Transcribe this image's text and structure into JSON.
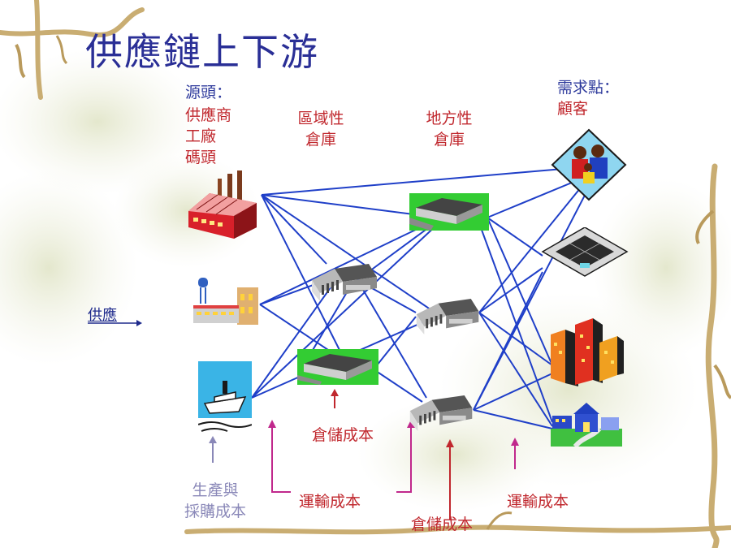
{
  "title": "供應鏈上下游",
  "labels": {
    "source_head": "源頭：",
    "source_1": "供應商",
    "source_2": "工廠",
    "source_3": "碼頭",
    "regional_1": "區域性",
    "regional_2": "倉庫",
    "local_1": "地方性",
    "local_2": "倉庫",
    "demand_head": "需求點：",
    "demand_1": "顧客",
    "supply": "供應",
    "production_1": "生產與",
    "production_2": "採購成本",
    "storage_cost_a": "倉儲成本",
    "storage_cost_b": "倉儲成本",
    "transport_cost_a": "運輸成本",
    "transport_cost_b": "運輸成本"
  },
  "icons": {
    "factory_1": "factory-icon",
    "factory_2": "water-tower-factory-icon",
    "port": "ship-icon",
    "regional_wh_1": "warehouse-icon",
    "regional_wh_2": "warehouse-aerial-icon",
    "local_wh_1": "warehouse-aerial-icon",
    "local_wh_2": "warehouse-icon",
    "local_wh_3": "warehouse-icon",
    "customer_1": "family-icon",
    "customer_2": "mall-icon",
    "customer_3": "city-buildings-icon",
    "customer_4": "houses-icon"
  },
  "colors": {
    "title": "#2a2f96",
    "link": "#1f3fc8",
    "cost_text": "#c0272d",
    "transport_arrow": "#c0288c",
    "production_arrow": "#8a88b8"
  }
}
